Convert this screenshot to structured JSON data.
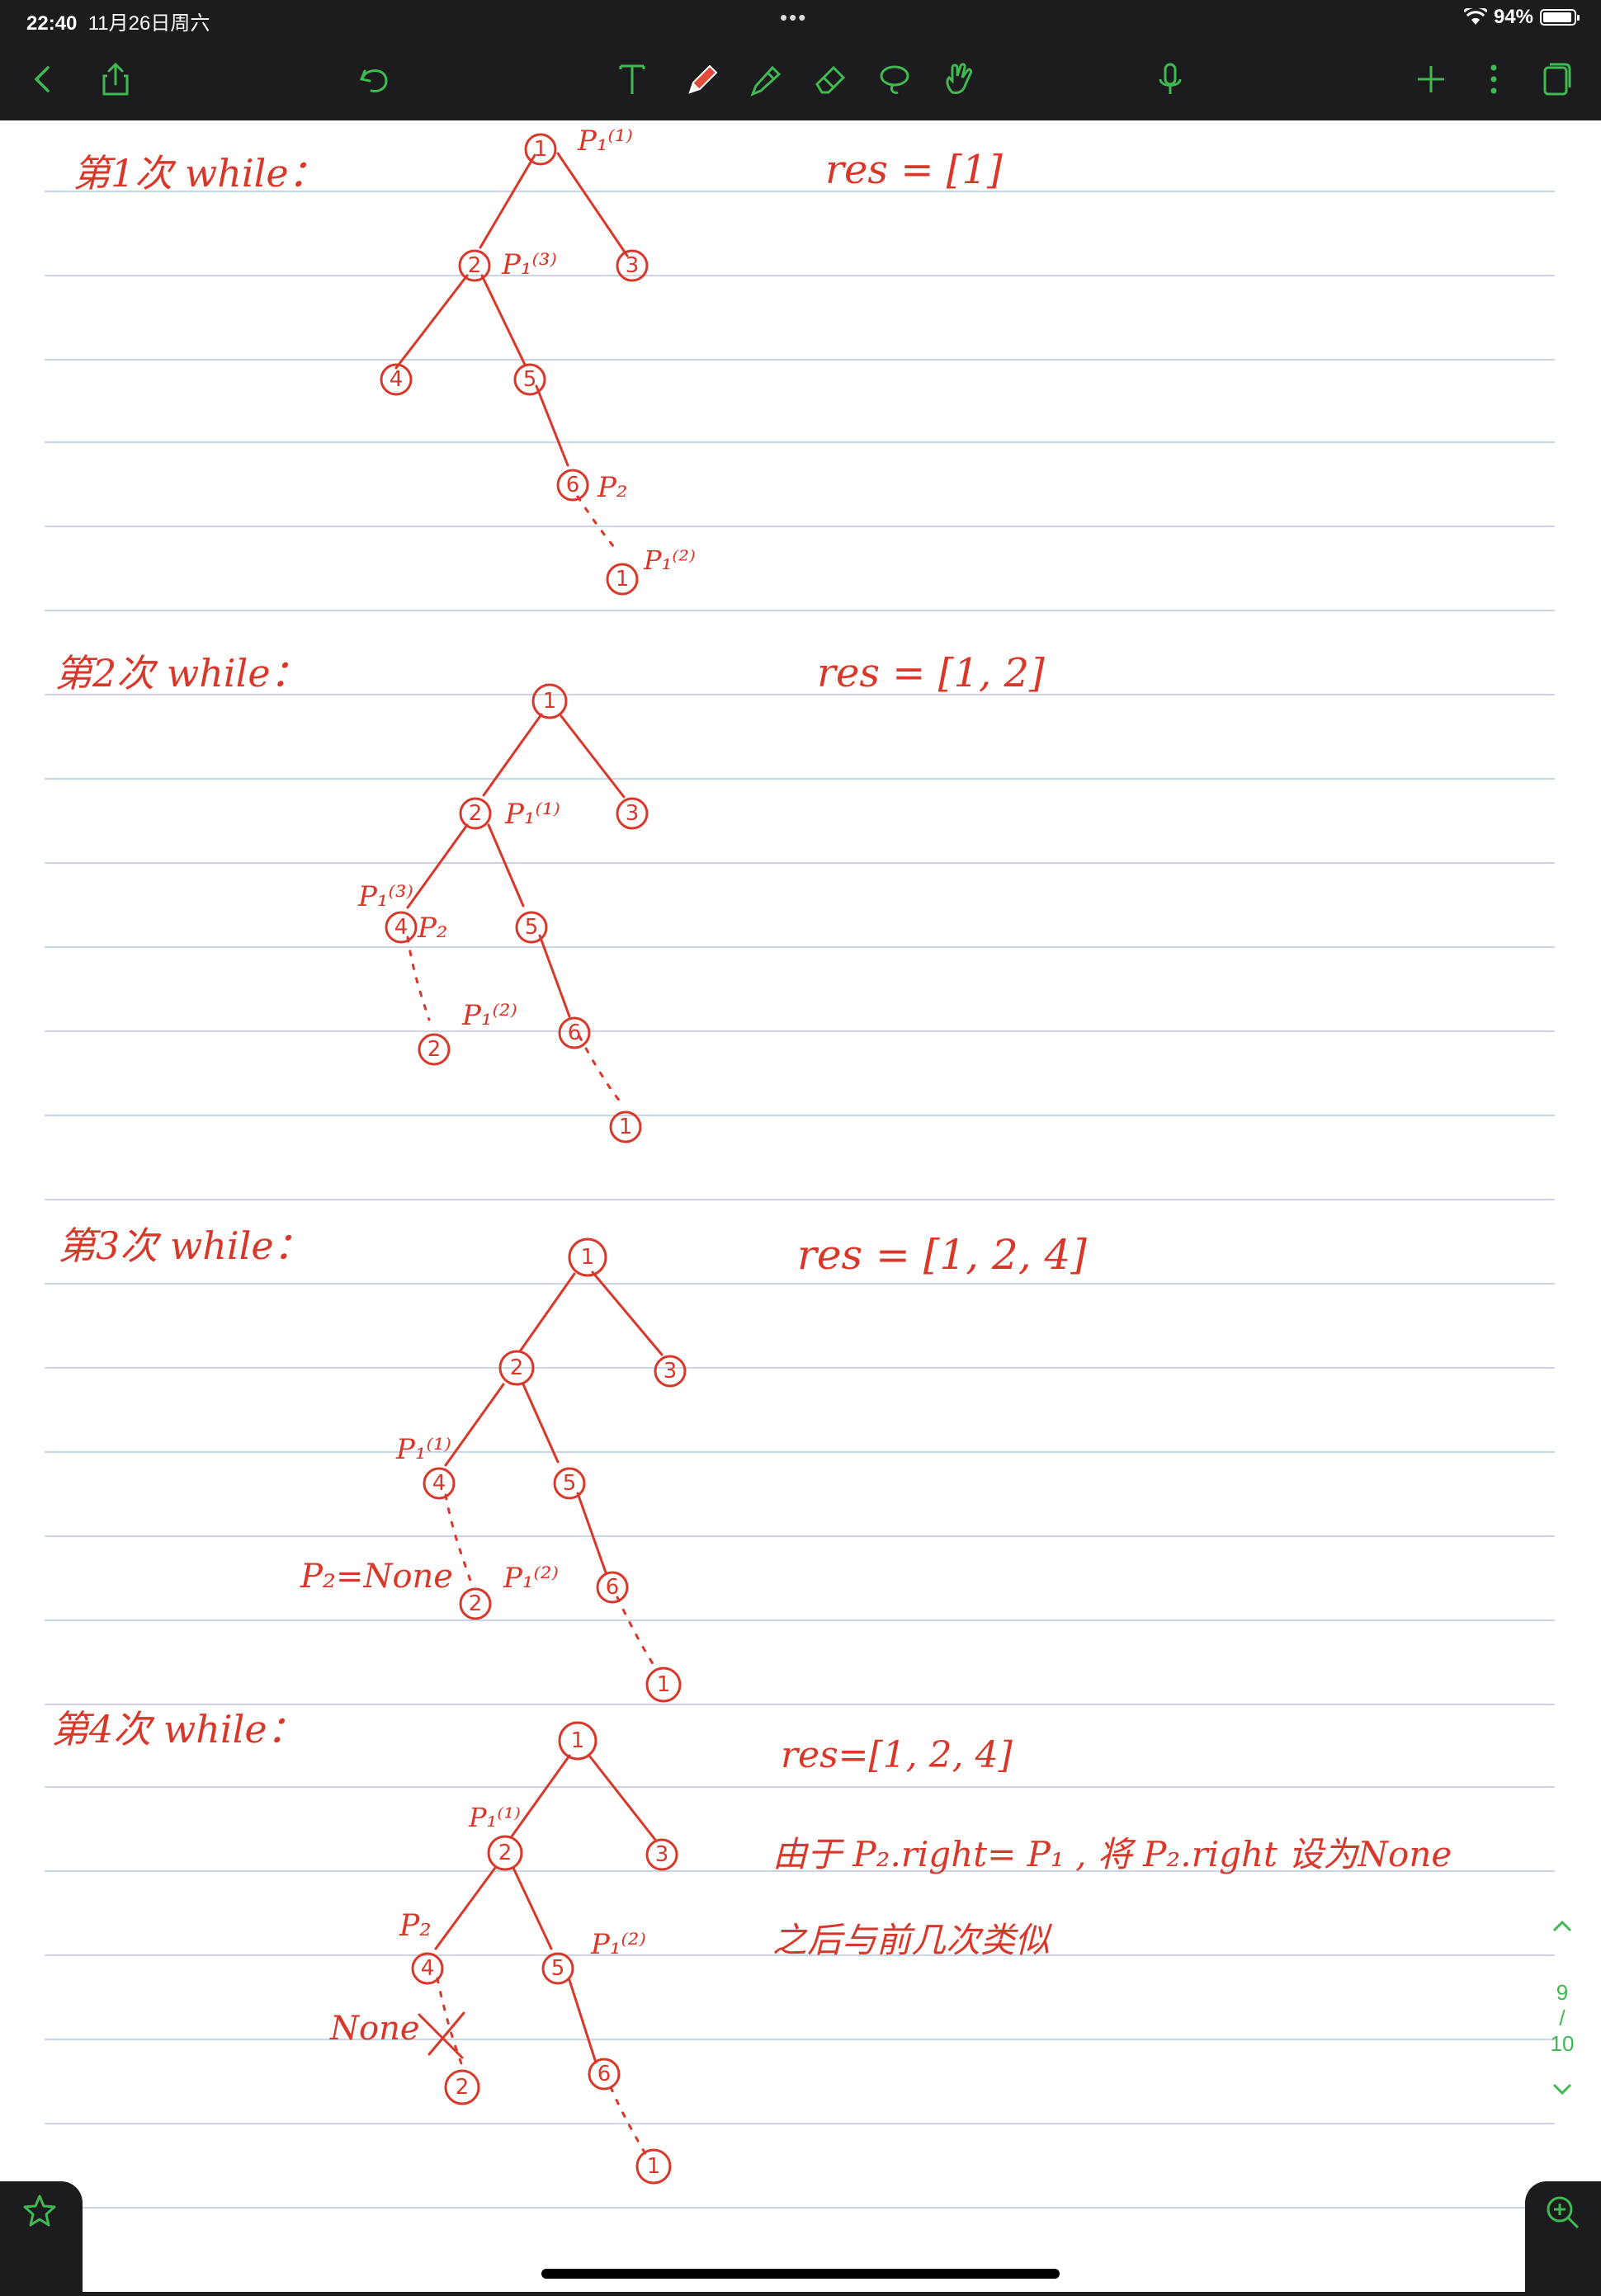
{
  "status_bar": {
    "time": "22:40",
    "date": "11月26日周六",
    "dots": "•••",
    "battery_percent": "94%",
    "battery_level": 0.94
  },
  "toolbar": {
    "icons": [
      "back-icon",
      "share-icon",
      "undo-icon",
      "text-tool-icon",
      "pen-tool-icon",
      "highlighter-icon",
      "eraser-icon",
      "lasso-icon",
      "gesture-icon",
      "mic-icon",
      "add-page-icon",
      "more-icon",
      "pages-icon"
    ],
    "accent_color": "#3fb950"
  },
  "page_nav": {
    "current": "9",
    "separator": "/",
    "total": "10"
  },
  "notes": {
    "ink_color": "#d8382a",
    "line_color": "#b8c7e0",
    "section1": {
      "title": "第1次 while：",
      "res": "res = [1]",
      "labels": [
        "P₁⁽¹⁾",
        "P₁⁽³⁾",
        "P₂",
        "P₁⁽²⁾"
      ],
      "nodes": [
        "1",
        "2",
        "3",
        "4",
        "5",
        "6",
        "1"
      ]
    },
    "section2": {
      "title": "第2次 while：",
      "res": "res = [1, 2]",
      "labels": [
        "P₁⁽¹⁾",
        "P₁⁽³⁾",
        "P₂",
        "P₁⁽²⁾"
      ],
      "nodes": [
        "1",
        "2",
        "3",
        "4",
        "5",
        "2",
        "6",
        "1"
      ]
    },
    "section3": {
      "title": "第3次 while：",
      "res": "res = [1, 2, 4]",
      "labels": [
        "P₁⁽¹⁾",
        "P₂=None",
        "P₁⁽²⁾"
      ],
      "nodes": [
        "1",
        "2",
        "3",
        "4",
        "5",
        "2",
        "6",
        "1"
      ]
    },
    "section4": {
      "title": "第4次 while：",
      "res": "res=[1, 2, 4]",
      "line2": "由于 P₂.right= P₁ , 将 P₂.right 设为None",
      "line3": "之后与前几次类似",
      "labels": [
        "P₁⁽¹⁾",
        "P₂",
        "P₁⁽²⁾",
        "None"
      ],
      "nodes": [
        "1",
        "2",
        "3",
        "4",
        "5",
        "2",
        "6",
        "1"
      ]
    }
  }
}
